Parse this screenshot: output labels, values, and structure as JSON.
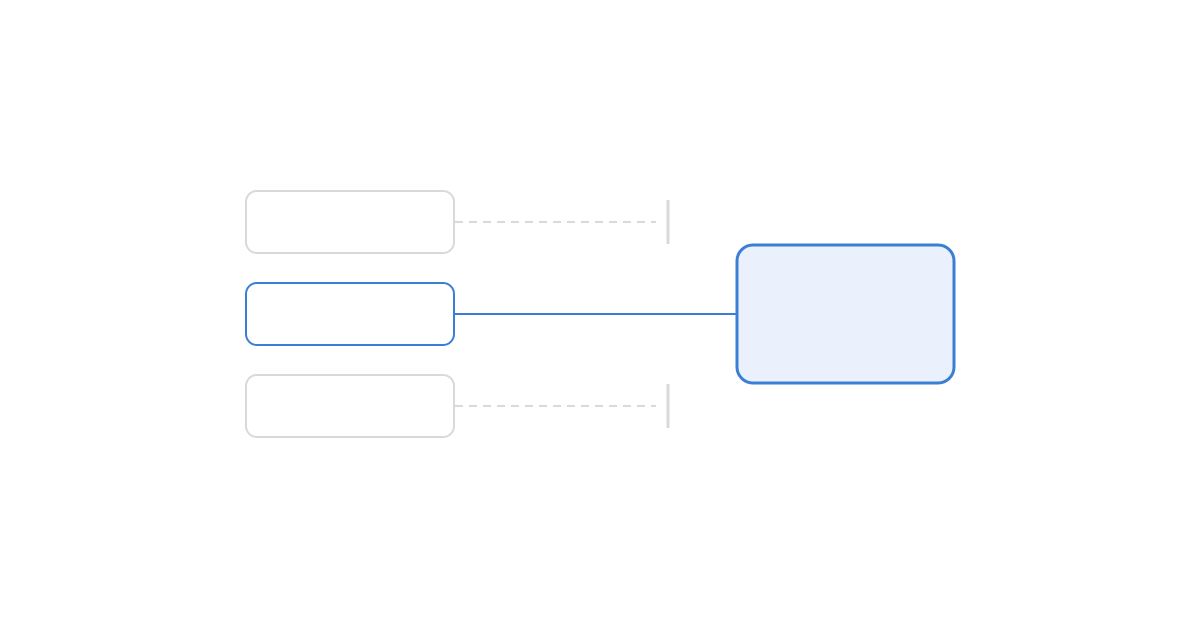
{
  "diagram": {
    "nodes": [
      {
        "id": "option-top",
        "state": "inactive",
        "label": ""
      },
      {
        "id": "option-middle",
        "state": "active",
        "label": ""
      },
      {
        "id": "option-bottom",
        "state": "inactive",
        "label": ""
      },
      {
        "id": "target",
        "state": "active",
        "label": ""
      }
    ],
    "connections": [
      {
        "from": "option-top",
        "state": "blocked"
      },
      {
        "from": "option-middle",
        "to": "target",
        "state": "connected"
      },
      {
        "from": "option-bottom",
        "state": "blocked"
      }
    ]
  },
  "colors": {
    "background": "#ffffff",
    "inactive_stroke": "#d9d9d9",
    "active_stroke": "#3a7fd5",
    "active_fill": "#eaf1fc"
  }
}
